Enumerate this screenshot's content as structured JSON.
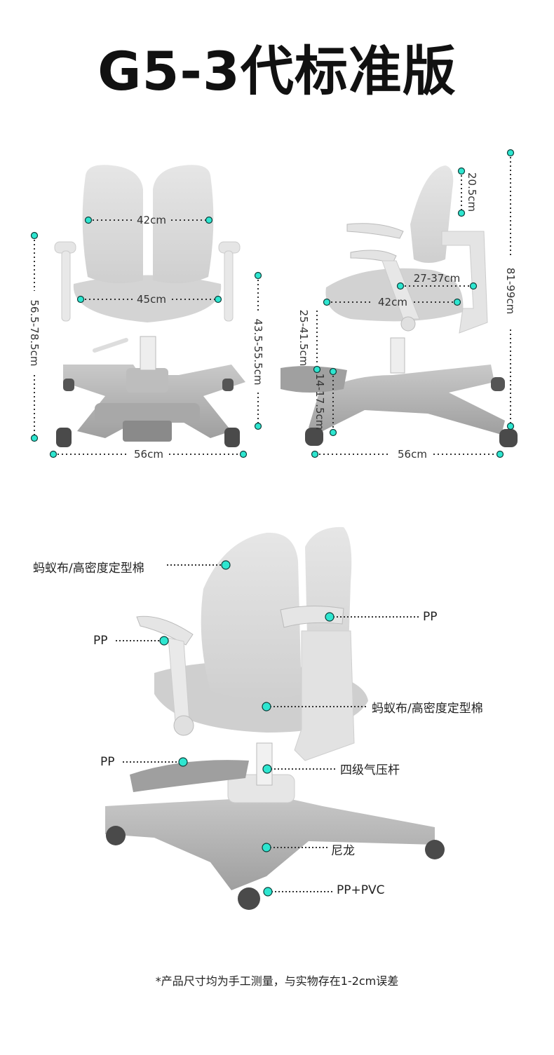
{
  "title": "G5-3代标准版",
  "front_view": {
    "backrest_width": "42cm",
    "seat_width": "45cm",
    "armrest_height": "56.5-78.5cm",
    "seat_height": "43.5-55.5cm",
    "base_width": "56cm"
  },
  "side_view": {
    "back_height": "20.5cm",
    "total_height": "81-99cm",
    "armrest_adjust": "27-37cm",
    "seat_depth": "42cm",
    "footrest_height": "25-41.5cm",
    "footrest_adjust": "14-17.5cm",
    "base_depth": "56cm"
  },
  "materials": {
    "backrest": "蚂蚁布/高密度定型棉",
    "armrest_left": "PP",
    "armrest_right": "PP",
    "seat": "蚂蚁布/高密度定型棉",
    "footrest": "PP",
    "gas_lift": "四级气压杆",
    "base": "尼龙",
    "caster": "PP+PVC"
  },
  "footnote": "*产品尺寸均为手工测量，与实物存在1-2cm误差",
  "colors": {
    "marker": "#2ee6d0",
    "chair": "#d9d9d9",
    "chair_dark": "#9a9a9a"
  }
}
